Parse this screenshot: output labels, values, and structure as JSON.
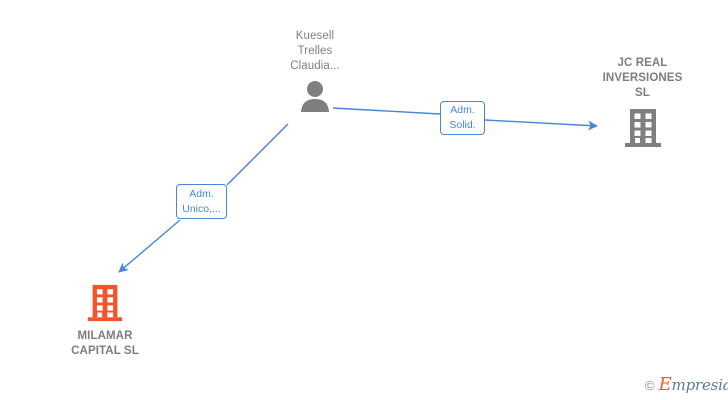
{
  "graph": {
    "background_color": "#ffffff",
    "edge_color": "#4a86d8",
    "nodes": [
      {
        "id": "person",
        "type": "person",
        "icon": "person-icon",
        "label": "Kuesell\nTrelles\nClaudia...",
        "color": "#808080",
        "bold": false
      },
      {
        "id": "jcreal",
        "type": "company",
        "icon": "building-icon",
        "label": "JC REAL\nINVERSIONES\nSL",
        "color": "#7d7d7d",
        "bold": true
      },
      {
        "id": "milamar",
        "type": "company",
        "icon": "building-icon",
        "label": "MILAMAR\nCAPITAL  SL",
        "color": "#7d7d7d",
        "icon_color": "#f4542a",
        "bold": true
      }
    ],
    "edges": [
      {
        "id": "person-to-jcreal",
        "from": "person",
        "to": "jcreal",
        "label": "Adm.\nSolid.",
        "color": "#4a86d8"
      },
      {
        "id": "person-to-milamar",
        "from": "person",
        "to": "milamar",
        "label": "Adm.\nUnico,...",
        "color": "#4a86d8"
      }
    ]
  },
  "watermark": {
    "copyright": "©",
    "brand_initial": "E",
    "brand_rest": "mpresia"
  }
}
